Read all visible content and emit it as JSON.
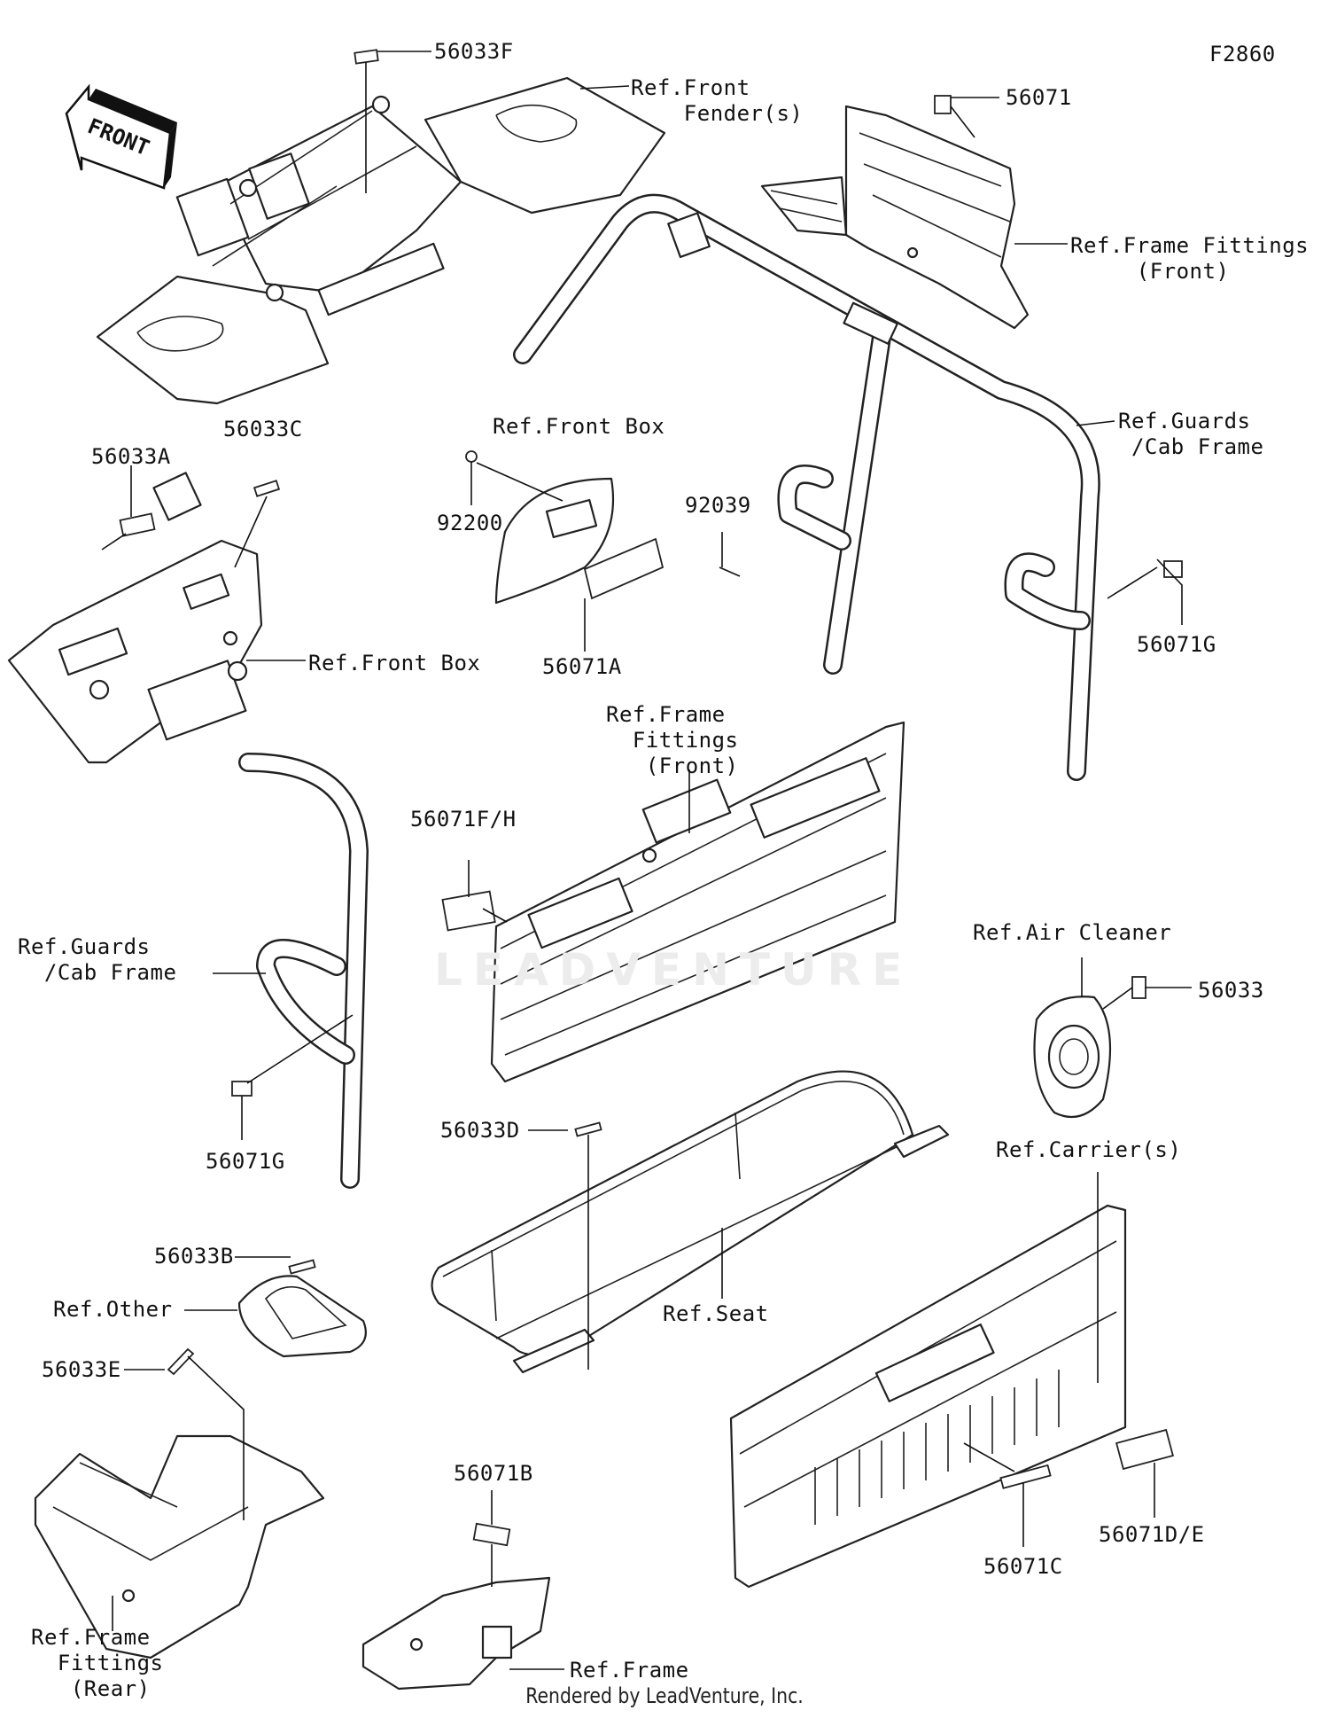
{
  "diagram_code": "F2860",
  "footer": "Rendered by LeadVenture, Inc.",
  "watermark": "LEADVENTURE",
  "front_arrow": "FRONT",
  "labels": {
    "p56033F": "56033F",
    "ref_front_fender": "Ref.Front\n    Fender(s)",
    "p56071": "56071",
    "ref_frame_fittings_front_top": "Ref.Frame Fittings\n     (Front)",
    "ref_guards_cab_right": "Ref.Guards\n /Cab Frame",
    "p56033C": "56033C",
    "p56033A": "56033A",
    "ref_front_box_top": "Ref.Front Box",
    "p92200": "92200",
    "p92039": "92039",
    "ref_front_box_left": "Ref.Front Box",
    "p56071A": "56071A",
    "p56071G_right": "56071G",
    "ref_frame_fittings_front_mid": "Ref.Frame\n  Fittings\n   (Front)",
    "p56071FH": "56071F/H",
    "ref_guards_cab_left": "Ref.Guards\n  /Cab Frame",
    "ref_air_cleaner": "Ref.Air Cleaner",
    "p56033": "56033",
    "p56071G_left": "56071G",
    "p56033D": "56033D",
    "ref_carriers": "Ref.Carrier(s)",
    "p56033B": "56033B",
    "ref_other": "Ref.Other",
    "ref_seat": "Ref.Seat",
    "p56033E": "56033E",
    "p56071B": "56071B",
    "p56071C": "56071C",
    "p56071DE": "56071D/E",
    "ref_frame_fittings_rear": "Ref.Frame\n  Fittings\n   (Rear)",
    "ref_frame": "Ref.Frame"
  }
}
